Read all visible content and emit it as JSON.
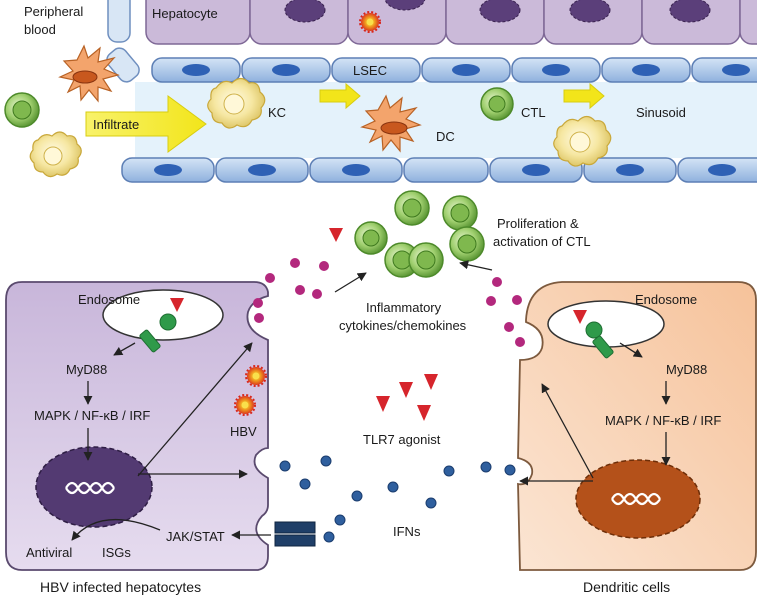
{
  "labels": {
    "peripheral_blood_line1": "Peripheral",
    "peripheral_blood_line2": "blood",
    "hepatocyte": "Hepatocyte",
    "lsec": "LSEC",
    "kc": "KC",
    "dc": "DC",
    "ctl": "CTL",
    "sinusoid": "Sinusoid",
    "infiltrate": "Infiltrate",
    "proliferation_line1": "Proliferation &",
    "proliferation_line2": "activation of CTL",
    "inflammatory_line1": "Inflammatory",
    "inflammatory_line2": "cytokines/chemokines",
    "endosome_left": "Endosome",
    "endosome_right": "Endosome",
    "myd88_left": "MyD88",
    "myd88_right": "MyD88",
    "pathway_left": "MAPK / NF-κB / IRF",
    "pathway_right": "MAPK / NF-κB / IRF",
    "hbv": "HBV",
    "tlr7_agonist": "TLR7 agonist",
    "ifns": "IFNs",
    "jak_stat": "JAK/STAT",
    "antiviral": "Antiviral",
    "isgs": "ISGs",
    "hbv_infected_hepatocytes": "HBV infected hepatocytes",
    "dendritic_cells": "Dendritic cells"
  },
  "colors": {
    "hepatocyte_fill": "#cdbcdd",
    "nucleus_dark": "#5a3f78",
    "lsec_fill": "#a9c4e8",
    "lsec_nucleus": "#2f61b5",
    "sinusoid_fill": "#e3f1fb",
    "infiltrate_arrow": "#f5ef18",
    "ctl_green": "#8bbf5c",
    "kc_yellow": "#f3e49a",
    "dc_orange": "#f2a06a",
    "agonist_red": "#d6252c",
    "cytokine_magenta": "#b3287d",
    "ifn_blue": "#2f5f9e",
    "dendritic_cell_fill": "#f4b98c",
    "dendritic_nucleus": "#b8541c"
  }
}
